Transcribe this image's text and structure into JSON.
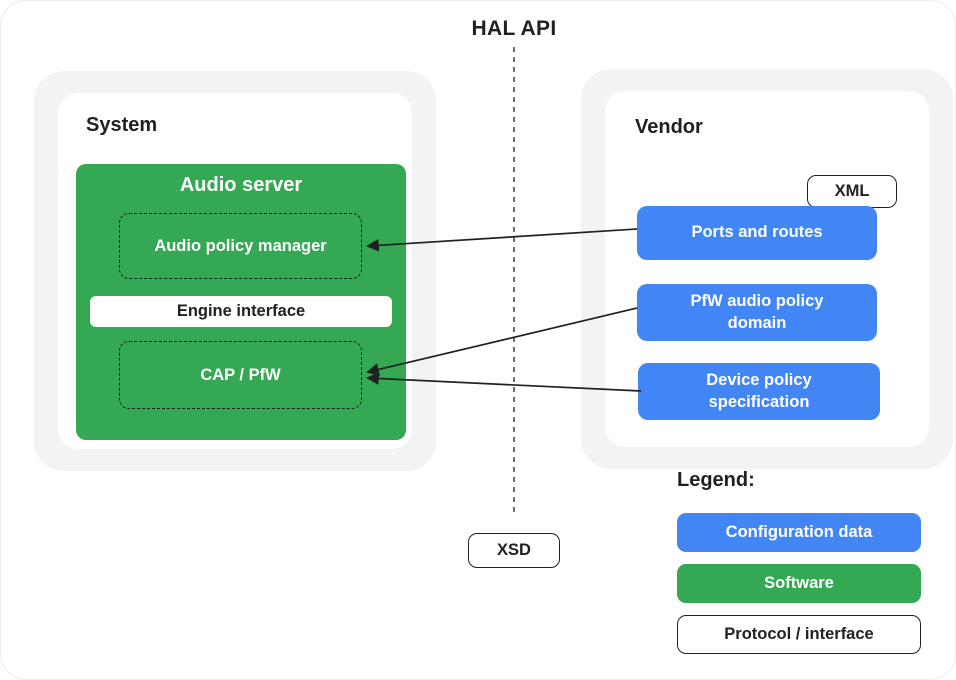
{
  "hal_api": {
    "label": "HAL API"
  },
  "system": {
    "label": "System",
    "audio_server": {
      "title": "Audio server",
      "audio_policy_manager": "Audio policy manager",
      "engine_interface": "Engine interface",
      "cap_pfw": "CAP / PfW"
    }
  },
  "vendor": {
    "label": "Vendor",
    "xml_badge": "XML",
    "boxes": [
      {
        "label": "Ports and routes"
      },
      {
        "label": "PfW audio policy domain"
      },
      {
        "label": "Device policy specification"
      }
    ]
  },
  "xsd_badge": {
    "label": "XSD"
  },
  "legend": {
    "title": "Legend:",
    "items": [
      {
        "label": "Configuration data",
        "type": "configuration-data"
      },
      {
        "label": "Software",
        "type": "software"
      },
      {
        "label": "Protocol / interface",
        "type": "protocol-interface"
      }
    ]
  },
  "arrows": [
    {
      "from": "Ports and routes",
      "to": "Audio policy manager"
    },
    {
      "from": "PfW audio policy domain",
      "to": "CAP / PfW"
    },
    {
      "from": "Device policy specification",
      "to": "CAP / PfW"
    }
  ],
  "colors": {
    "software_green": "#34A853",
    "configuration_blue": "#4285F4",
    "container_gray": "#F1F3F4",
    "text_dark": "#202124"
  }
}
